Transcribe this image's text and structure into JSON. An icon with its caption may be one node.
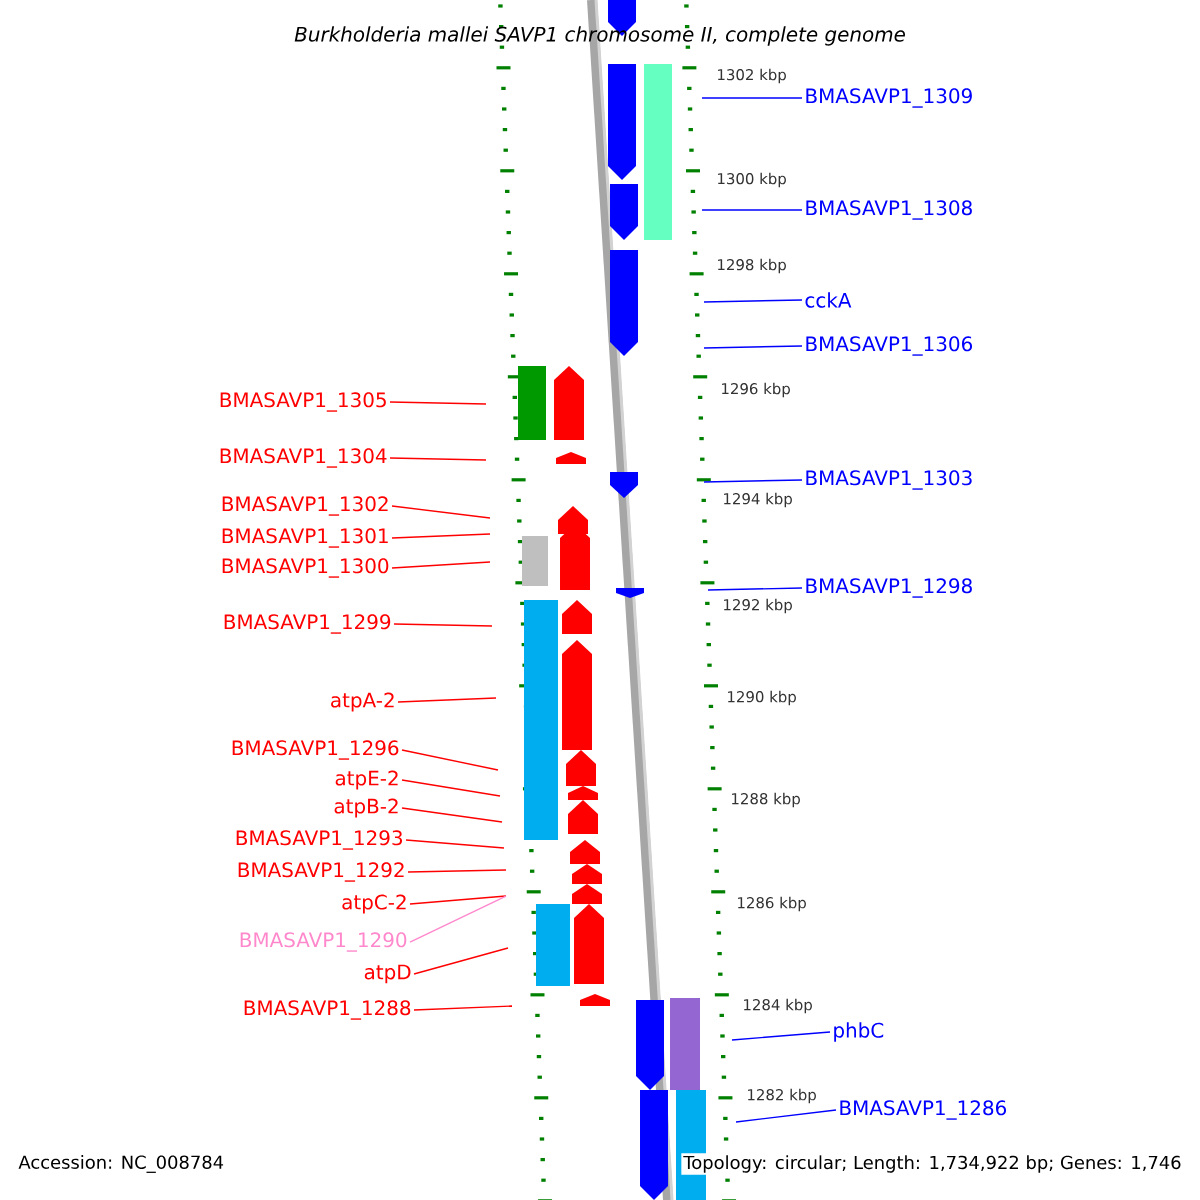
{
  "diagram": {
    "title": "Burkholderia mallei SAVP1 chromosome II, complete genome",
    "nodes": [
      {
        "text": [
          "BMASAVP1_1309"
        ]
      },
      {
        "text": [
          "BMASAVP1_1308"
        ]
      },
      {
        "text": [
          "cckA"
        ]
      },
      {
        "text": [
          "BMASAVP1_1306"
        ]
      },
      {
        "text": [
          "BMASAVP1_1305"
        ]
      },
      {
        "text": [
          "BMASAVP1_1304"
        ]
      },
      {
        "text": [
          "BMASAVP1_1303"
        ]
      },
      {
        "text": [
          "BMASAVP1_1302"
        ]
      },
      {
        "text": [
          "BMASAVP1_1301"
        ]
      },
      {
        "text": [
          "BMASAVP1_1300"
        ]
      },
      {
        "text": [
          "BMASAVP1_1298"
        ]
      },
      {
        "text": [
          "BMASAVP1_1299"
        ]
      },
      {
        "text": [
          "atpA-2"
        ]
      },
      {
        "text": [
          "BMASAVP1_1296"
        ]
      },
      {
        "text": [
          "atpE-2"
        ]
      },
      {
        "text": [
          "atpB-2"
        ]
      },
      {
        "text": [
          "BMASAVP1_1293"
        ]
      },
      {
        "text": [
          "BMASAVP1_1292"
        ]
      },
      {
        "text": [
          "atpC-2"
        ]
      },
      {
        "text": [
          "BMASAVP1_1290"
        ]
      },
      {
        "text": [
          "atpD"
        ]
      },
      {
        "text": [
          "BMASAVP1_1288"
        ]
      },
      {
        "text": [
          "phbC"
        ]
      },
      {
        "text": [
          "BMASAVP1_1286"
        ]
      }
    ],
    "edges": [
      {
        "from": 0,
        "to": null,
        "arrow": "none",
        "color": "#0000ff"
      },
      {
        "from": 1,
        "to": null,
        "arrow": "none",
        "color": "#0000ff"
      },
      {
        "from": 2,
        "to": null,
        "arrow": "none",
        "color": "#0000ff"
      },
      {
        "from": 3,
        "to": null,
        "arrow": "none",
        "color": "#0000ff"
      },
      {
        "from": 4,
        "to": null,
        "arrow": "none"
      },
      {
        "from": 5,
        "to": null,
        "arrow": "none"
      },
      {
        "from": 6,
        "to": null,
        "arrow": "none",
        "color": "#0000ff"
      },
      {
        "from": 7,
        "to": null,
        "arrow": "none"
      },
      {
        "from": 8,
        "to": null,
        "arrow": "none"
      },
      {
        "from": 9,
        "to": null,
        "arrow": "none"
      },
      {
        "from": 10,
        "to": null,
        "arrow": "none",
        "color": "#0000ff"
      },
      {
        "from": 11,
        "to": null,
        "arrow": "none"
      },
      {
        "from": 12,
        "to": null,
        "arrow": "none"
      },
      {
        "from": 13,
        "to": null,
        "arrow": "none"
      },
      {
        "from": 14,
        "to": null,
        "arrow": "none"
      },
      {
        "from": 15,
        "to": null,
        "arrow": "none"
      },
      {
        "from": 16,
        "to": null,
        "arrow": "none"
      },
      {
        "from": 17,
        "to": null,
        "arrow": "none"
      },
      {
        "from": 18,
        "to": null,
        "arrow": "none"
      },
      {
        "from": 19,
        "to": null,
        "arrow": "none",
        "color": "#ff88cc"
      },
      {
        "from": 20,
        "to": null,
        "arrow": "none"
      },
      {
        "from": 21,
        "to": null,
        "arrow": "none"
      },
      {
        "from": 22,
        "to": null,
        "arrow": "none",
        "color": "#0000ff"
      },
      {
        "from": 23,
        "to": null,
        "arrow": "none",
        "color": "#0000ff"
      }
    ],
    "labels": [
      "1302 kbp",
      "1300 kbp",
      "1298 kbp",
      "1296 kbp",
      "1294 kbp",
      "1292 kbp",
      "1290 kbp",
      "1288 kbp",
      "1286 kbp",
      "1284 kbp",
      "1282 kbp",
      "Accession: NC_008784",
      "Topology: circular; Length: 1,734,922 bp; Genes: 1,746"
    ]
  }
}
